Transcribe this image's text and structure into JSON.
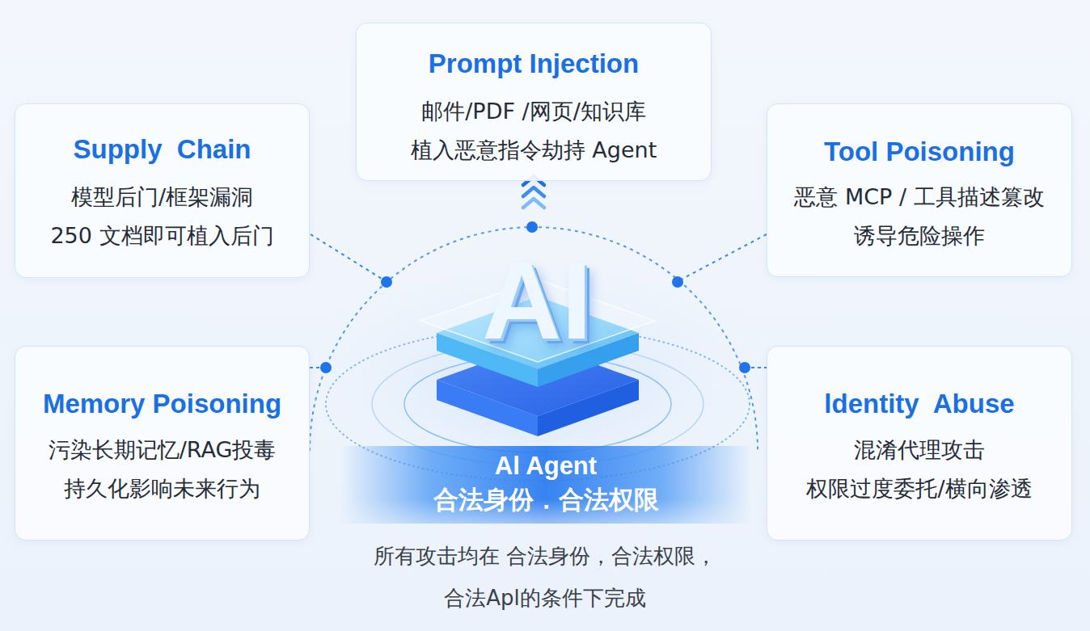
{
  "diagram": {
    "caption": "所有攻击均在 合法身份，合法权限，合法Apl的条件下完成",
    "nodes": [
      {
        "text": [
          "Prompt Injection",
          "邮件/PDF /网页/知识库 植入恶意指令劫持 Agent"
        ]
      },
      {
        "text": [
          "Supply  Chain",
          "模型后门/框架漏洞 250 文档即可植入后门"
        ]
      },
      {
        "text": [
          "Tool Poisoning",
          "恶意 MCP / 工具描述篡改 诱导危险操作"
        ]
      },
      {
        "text": [
          "Memory Poisoning",
          "污染长期记忆/RAG投毒 持久化影响未来行为"
        ]
      },
      {
        "text": [
          "ldentity  Abuse",
          "混淆代理攻击 权限过度委托/横向渗透"
        ]
      },
      {
        "text": [
          "Al Agent",
          "合法身份．合法权限"
        ]
      }
    ],
    "labels": [
      "AI"
    ]
  }
}
